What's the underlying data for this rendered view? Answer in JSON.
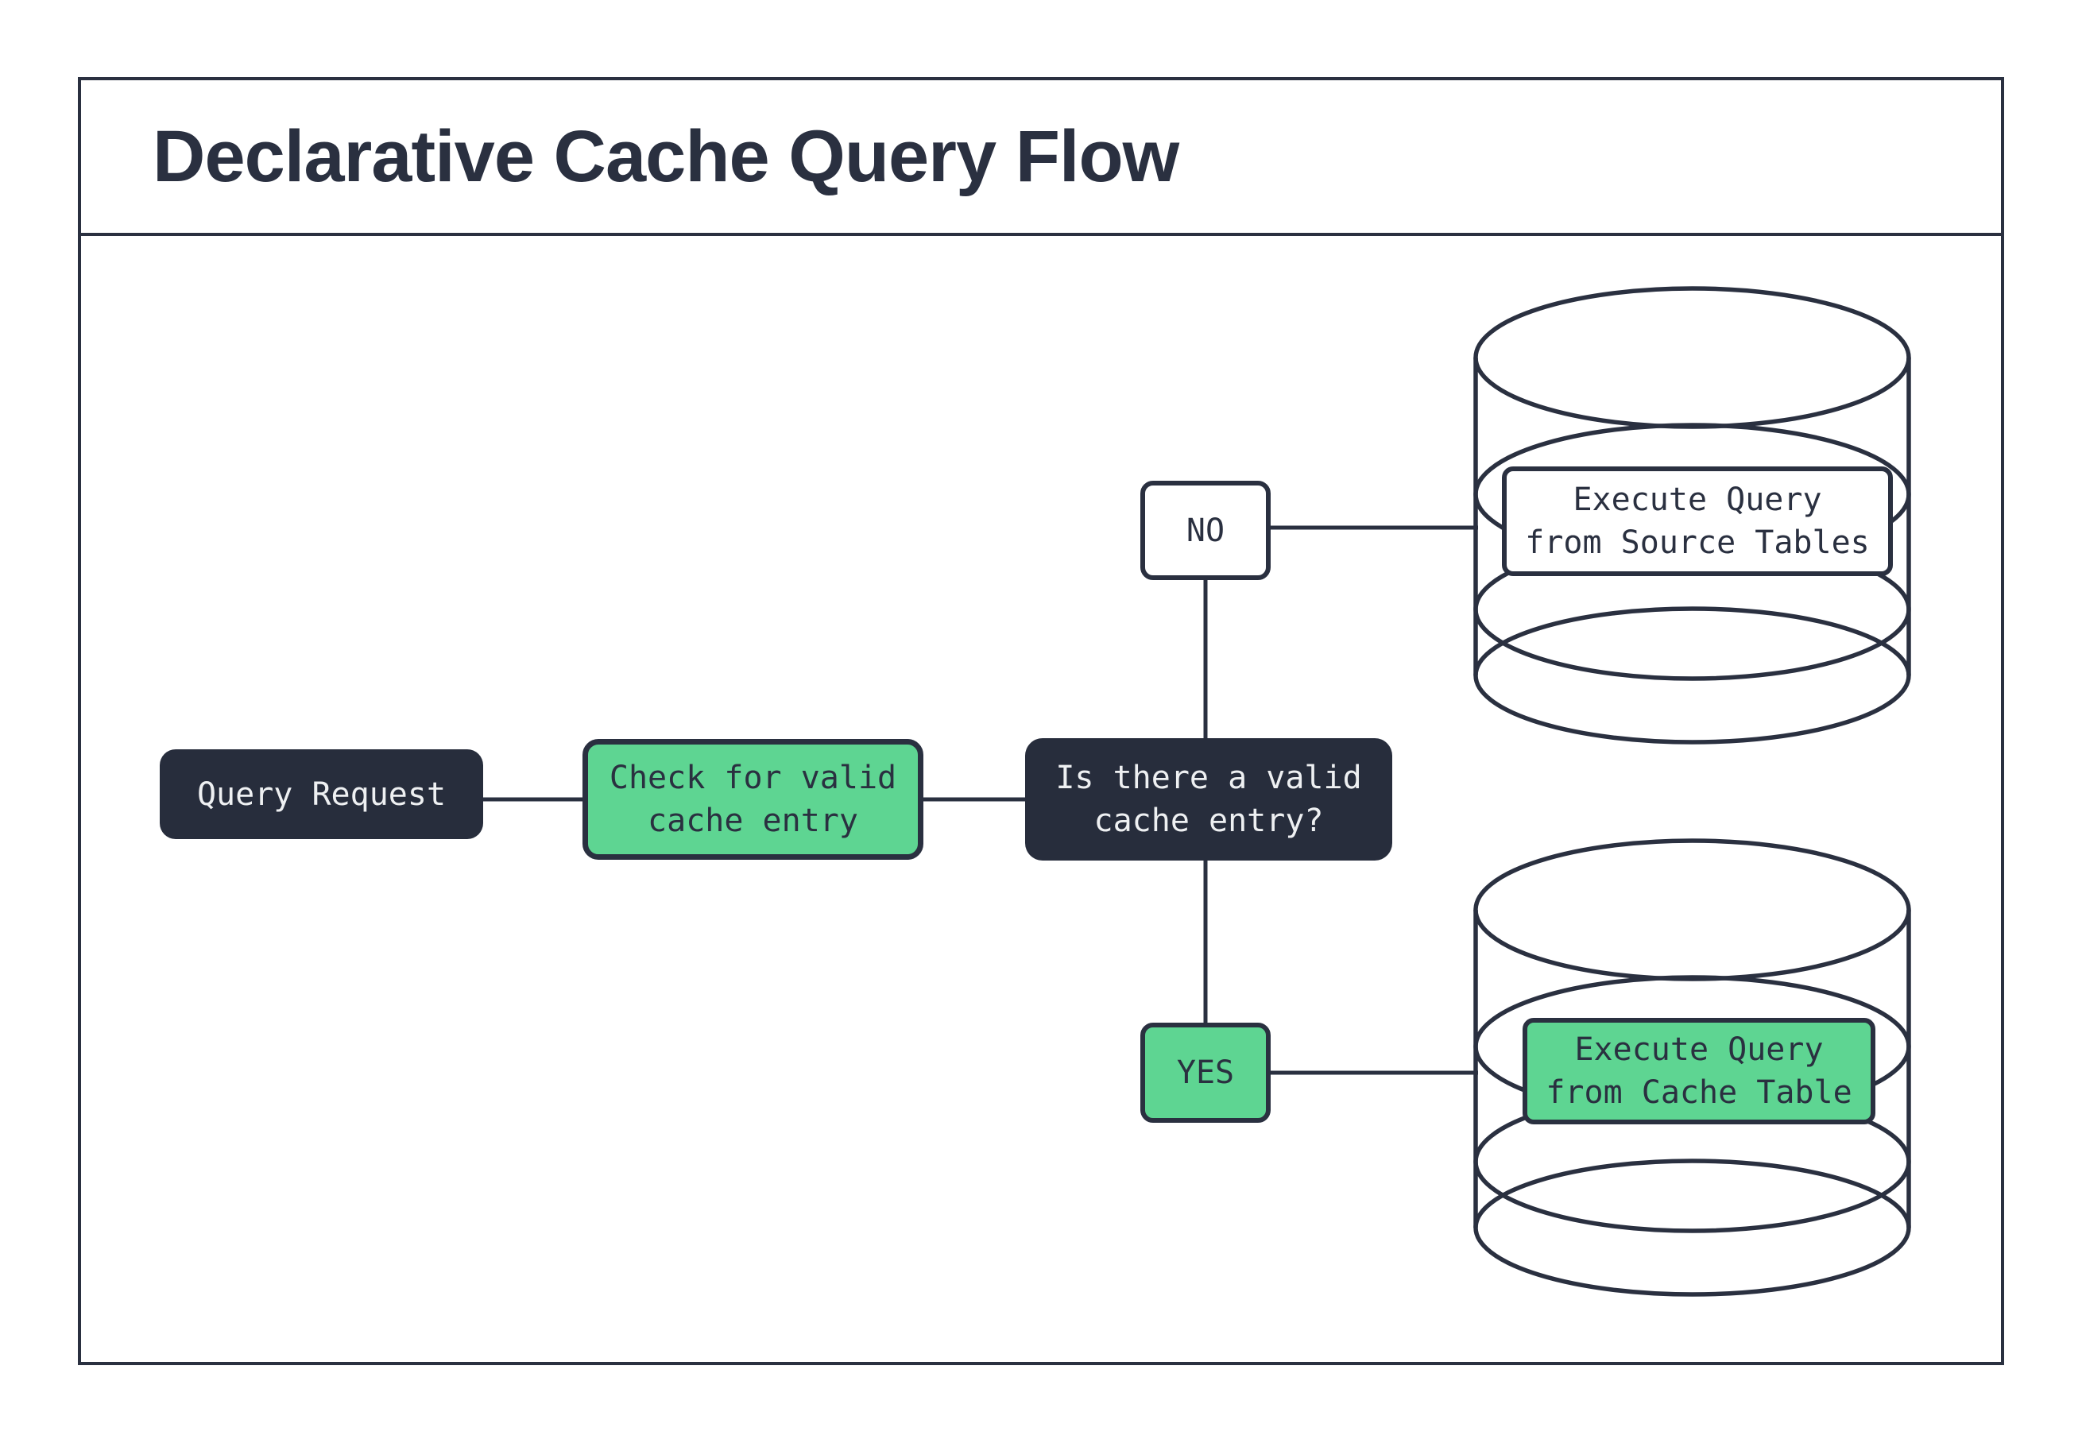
{
  "header": {
    "title": "Declarative Cache Query Flow"
  },
  "flow": {
    "query_request": {
      "label": "Query Request"
    },
    "check_cache": {
      "label": "Check for valid\ncache entry"
    },
    "decision": {
      "label": "Is there a valid\ncache entry?"
    },
    "no_branch": {
      "label": "NO"
    },
    "yes_branch": {
      "label": "YES"
    },
    "source_db": {
      "label": "Execute Query\nfrom Source Tables"
    },
    "cache_db": {
      "label": "Execute Query\nfrom Cache Table"
    }
  },
  "palette": {
    "ink": "#2a3040",
    "dark_node_fill": "#272d3c",
    "green_node_fill": "#5ed592",
    "light_text": "#eef0f2",
    "background": "#ffffff"
  }
}
